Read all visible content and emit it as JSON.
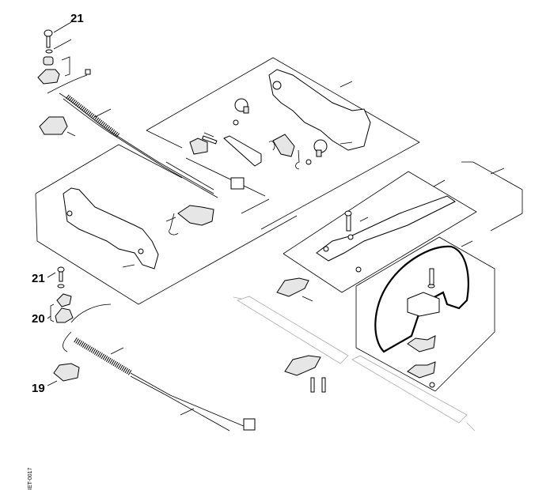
{
  "diagram": {
    "type": "exploded-parts-view",
    "subject": "handle assembly with control handle, throttle cable and loop handle",
    "callouts": [
      {
        "id": "callout-21-top",
        "label": "21"
      },
      {
        "id": "callout-21-mid",
        "label": "21"
      },
      {
        "id": "callout-20",
        "label": "20"
      },
      {
        "id": "callout-19",
        "label": "19"
      }
    ],
    "drawing_code": "IET-0017",
    "colors": {
      "line": "#000000",
      "ghost_line": "#aaaaaa",
      "background": "#ffffff"
    }
  }
}
